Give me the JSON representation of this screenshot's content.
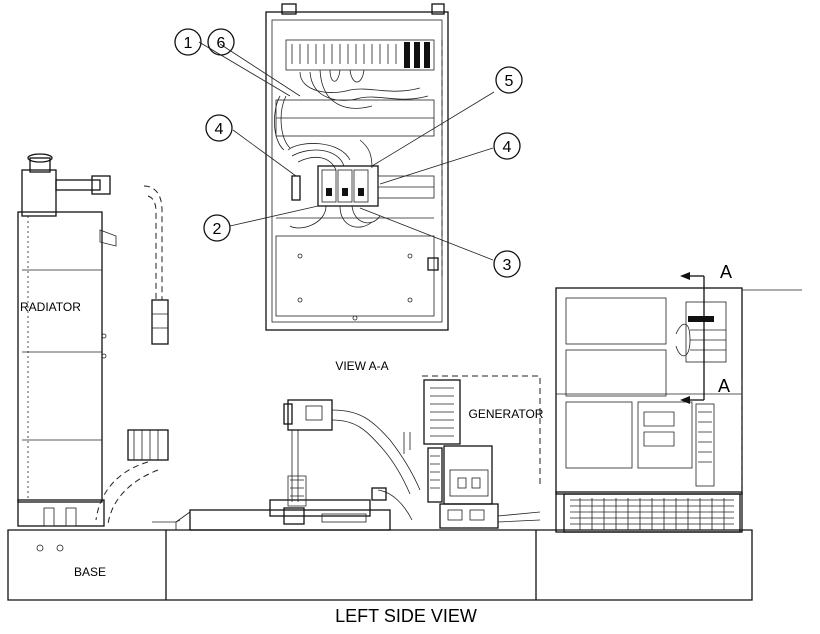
{
  "labels": {
    "radiator": "RADIATOR",
    "base": "BASE",
    "generator": "GENERATOR",
    "view": "VIEW A-A",
    "title": "LEFT SIDE VIEW",
    "section_top": "A",
    "section_bottom": "A"
  },
  "callouts": [
    {
      "id": "c1",
      "num": "1"
    },
    {
      "id": "c6",
      "num": "6"
    },
    {
      "id": "c5",
      "num": "5"
    },
    {
      "id": "c4a",
      "num": "4"
    },
    {
      "id": "c4b",
      "num": "4"
    },
    {
      "id": "c2",
      "num": "2"
    },
    {
      "id": "c3",
      "num": "3"
    }
  ]
}
